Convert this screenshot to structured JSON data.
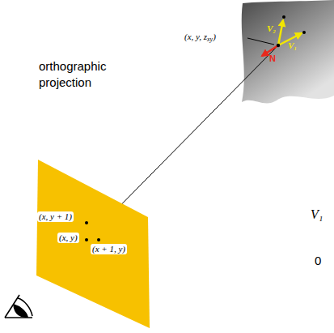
{
  "diagram": {
    "labels": [
      "orthographic projection",
      "(x, y, z",
      "xy",
      ")",
      "V₁",
      "V₂",
      "N",
      "(x, y + 1)",
      "(x, y)",
      "(x + 1, y)",
      "V₁",
      "0"
    ]
  }
}
